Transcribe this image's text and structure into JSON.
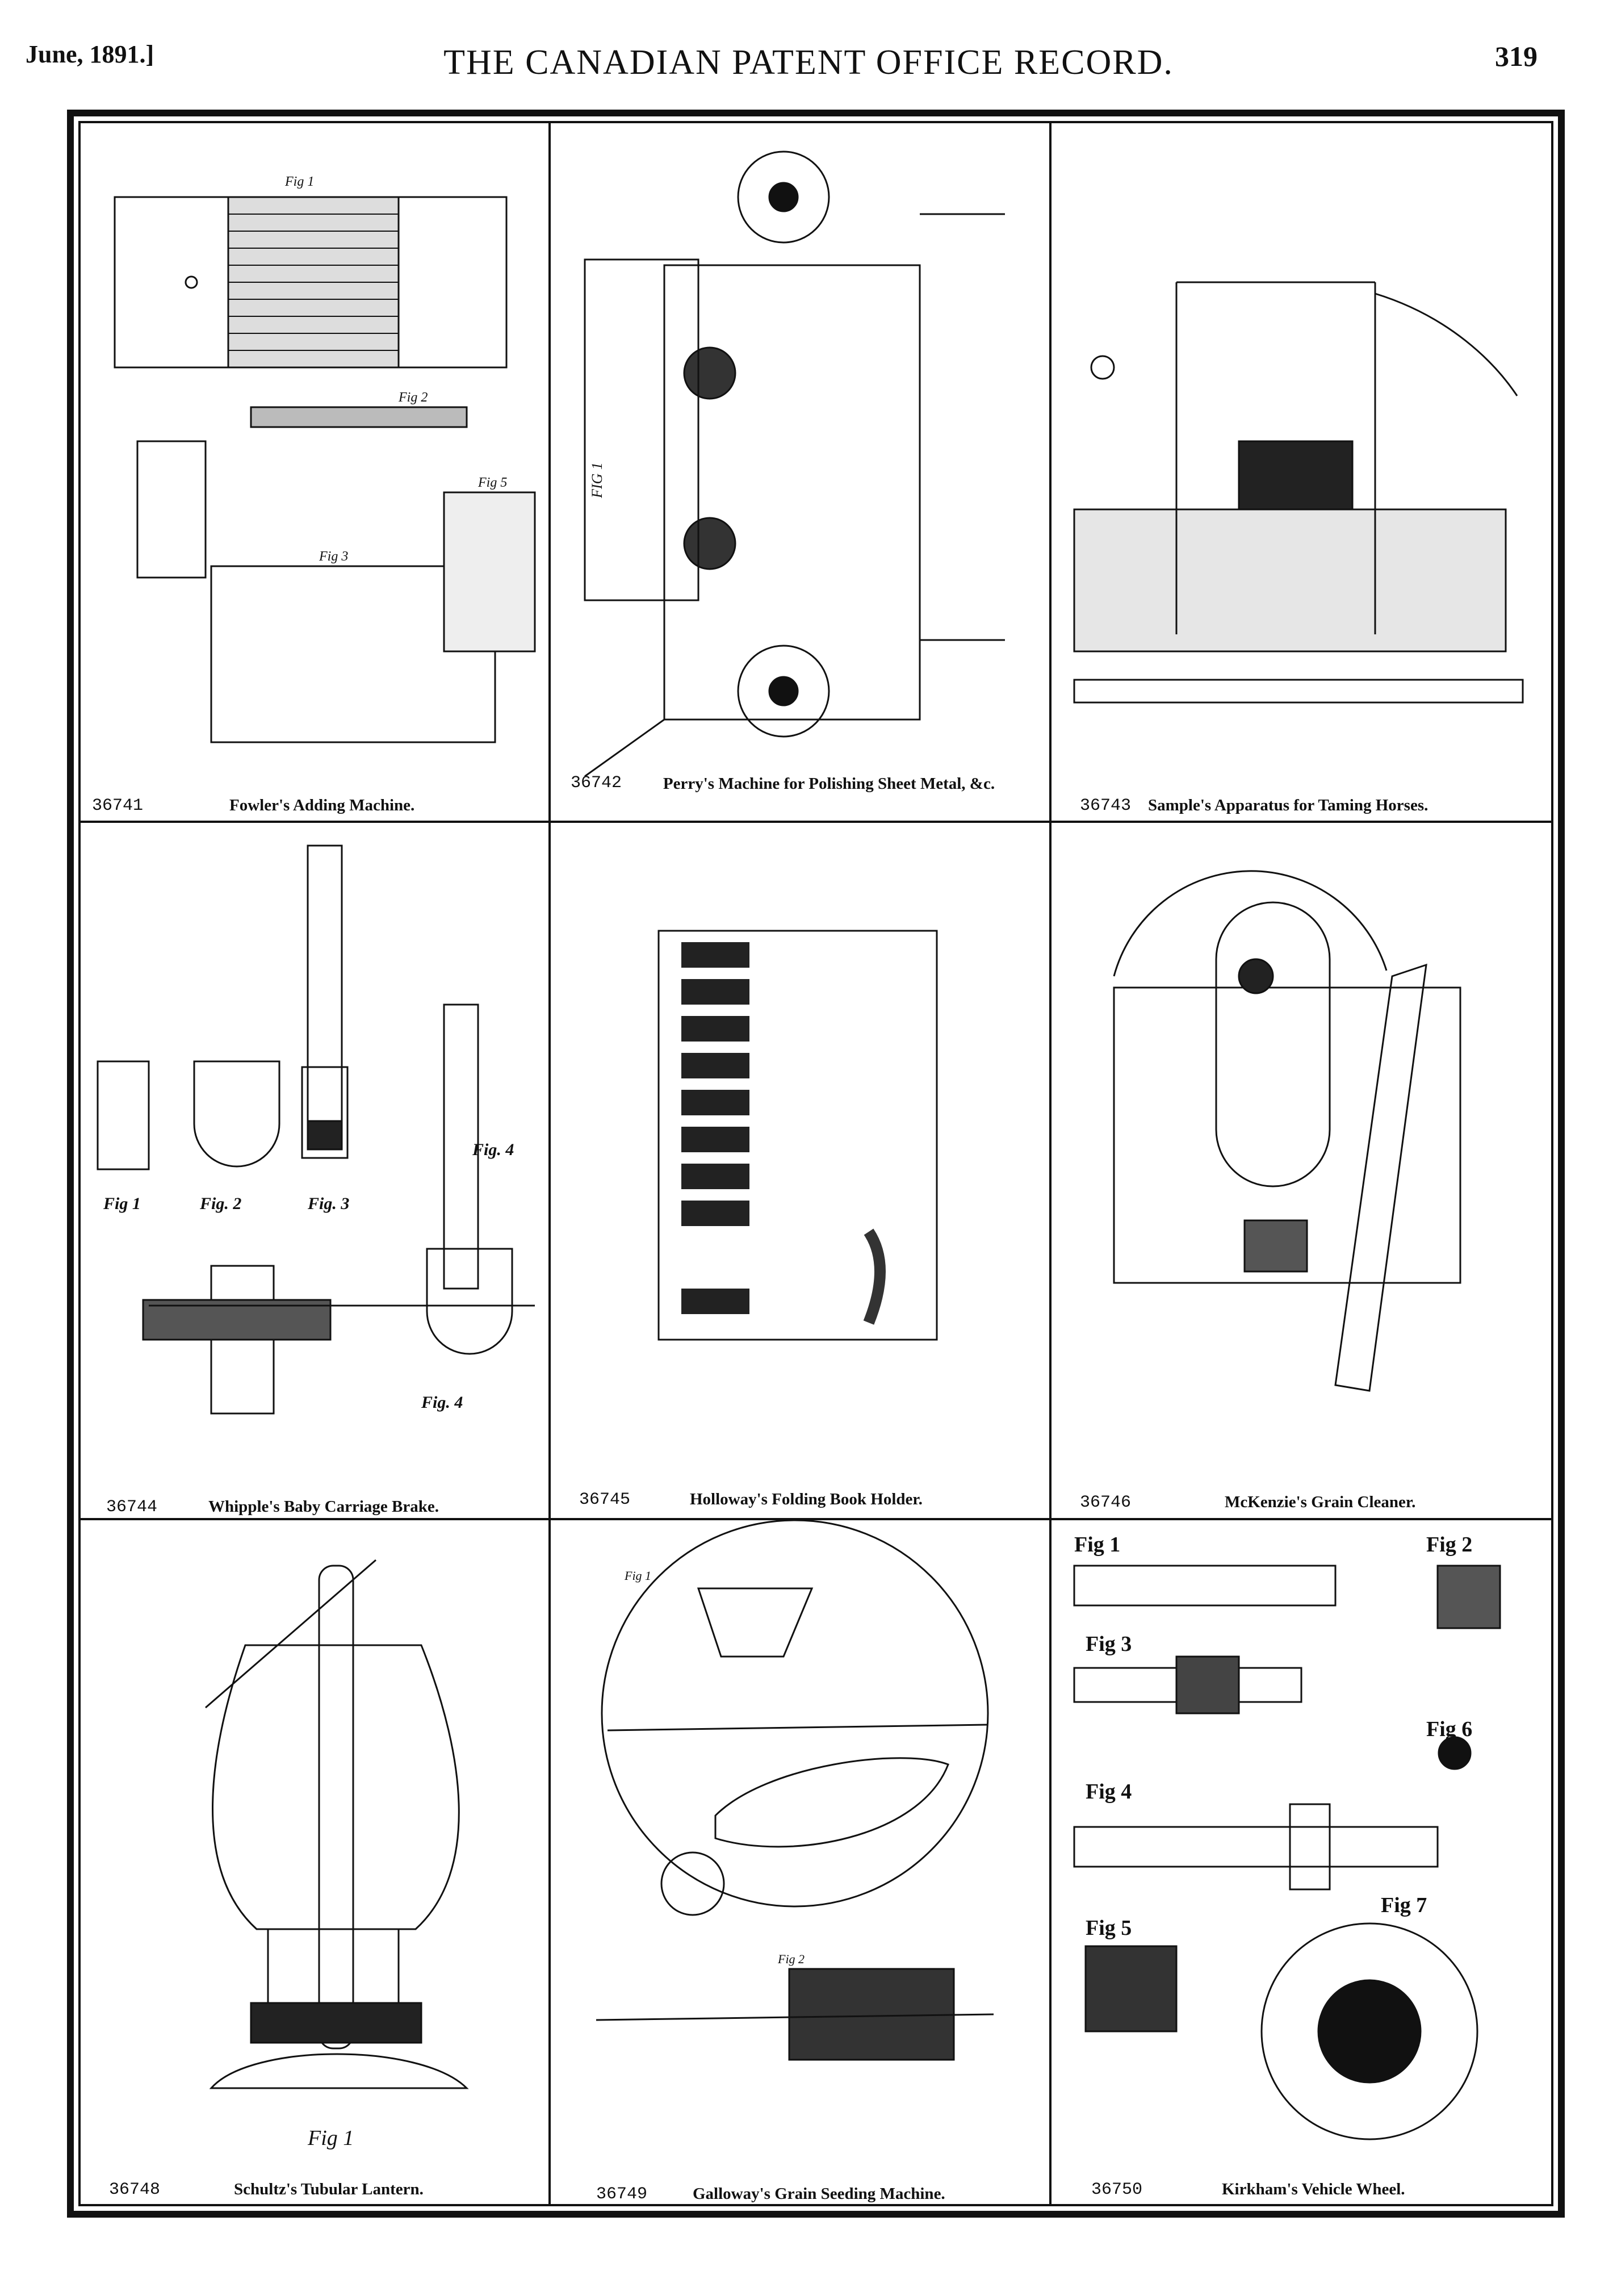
{
  "header": {
    "date": "June, 1891.]",
    "title": "THE CANADIAN PATENT OFFICE RECORD.",
    "page_number": "319"
  },
  "patents": [
    {
      "number": "36741",
      "title": "Fowler's Adding Machine."
    },
    {
      "number": "36742",
      "title": "Perry's Machine for Polishing Sheet Metal, &c."
    },
    {
      "number": "36743",
      "title": "Sample's Apparatus for Taming Horses."
    },
    {
      "number": "36744",
      "title": "Whipple's Baby Carriage Brake."
    },
    {
      "number": "36745",
      "title": "Holloway's Folding Book Holder."
    },
    {
      "number": "36746",
      "title": "McKenzie's Grain Cleaner."
    },
    {
      "number": "36748",
      "title": "Schultz's Tubular Lantern."
    },
    {
      "number": "36749",
      "title": "Galloway's Grain Seeding Machine."
    },
    {
      "number": "36750",
      "title": "Kirkham's Vehicle Wheel."
    }
  ],
  "figure_labels": {
    "fowler": [
      "Fig 1",
      "Fig 2",
      "Fig 3",
      "Fig 5"
    ],
    "perry": [
      "FIG 1"
    ],
    "whipple": [
      "Fig 1",
      "Fig. 2",
      "Fig. 3",
      "Fig. 4",
      "Fig. 4"
    ],
    "schultz": [
      "Fig 1"
    ],
    "galloway": [
      "Fig 1",
      "Fig 2"
    ],
    "kirkham": [
      "Fig 1",
      "Fig 2",
      "Fig 3",
      "Fig 4",
      "Fig 5",
      "Fig 6",
      "Fig 7"
    ]
  }
}
